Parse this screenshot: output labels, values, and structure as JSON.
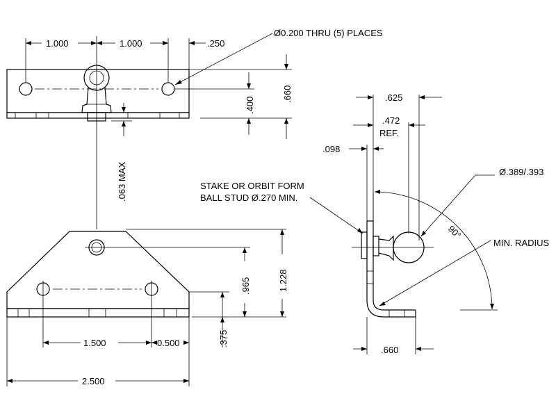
{
  "notes": {
    "hole_callout": "Ø0.200 THRU (5) PLACES",
    "stake_line1": "STAKE OR ORBIT FORM",
    "stake_line2": "BALL STUD Ø.270 MIN.",
    "ball_dia": "Ø.389/.393",
    "min_radius": "MIN. RADIUS",
    "angle": "90°"
  },
  "dims": {
    "top_1000_a": "1.000",
    "top_1000_b": "1.000",
    "top_250": ".250",
    "d_660_right": ".660",
    "d_400": ".400",
    "d_063": ".063 MAX",
    "d_965": ".965",
    "d_1228": "1.228",
    "d_375": ".375",
    "d_1500": "1.500",
    "d_0500": "0.500",
    "d_2500": "2.500",
    "d_625": ".625",
    "d_472": ".472",
    "ref": "REF.",
    "d_098": ".098",
    "d_660_side": ".660"
  }
}
